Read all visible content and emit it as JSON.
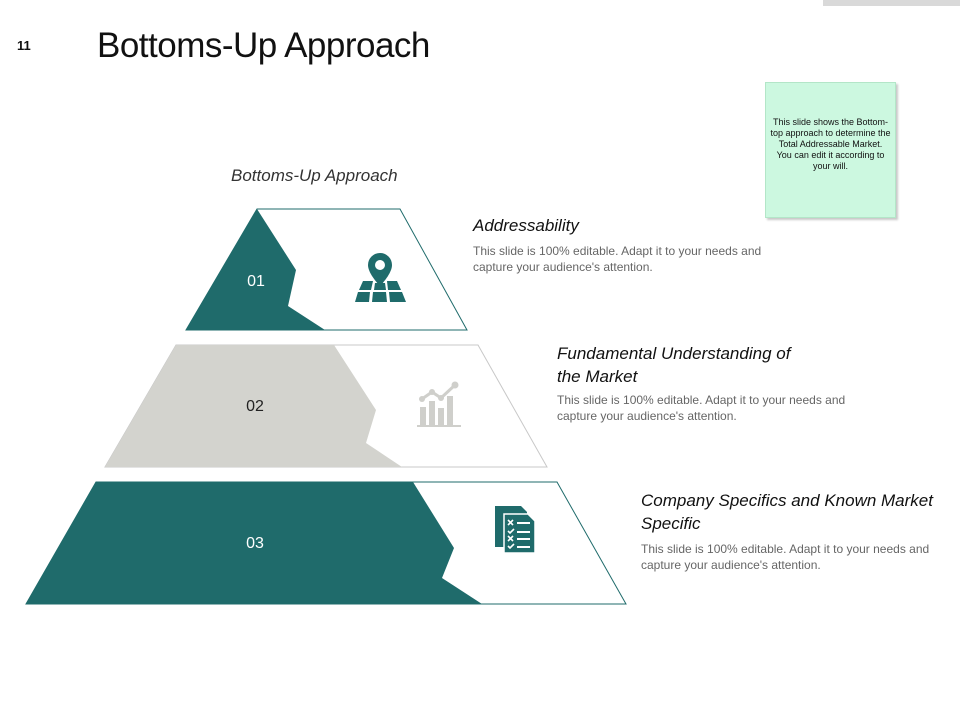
{
  "slide": {
    "number": "11",
    "title": "Bottoms-Up Approach"
  },
  "note": {
    "text": "This slide shows the Bottom-top approach to determine the Total Addressable Market. You can edit it according to your will."
  },
  "pyramid": {
    "title": "Bottoms-Up Approach",
    "levels": [
      {
        "number": "01",
        "icon": "map-pin-icon",
        "color": "#1f6b6b",
        "title": "Addressability",
        "description": "This slide is 100% editable. Adapt it to your needs and capture your audience's attention."
      },
      {
        "number": "02",
        "icon": "growth-chart-icon",
        "color": "#d3d3ce",
        "title": "Fundamental Understanding of the Market",
        "description": "This slide is 100% editable. Adapt it to your needs and capture your audience's attention."
      },
      {
        "number": "03",
        "icon": "checklist-document-icon",
        "color": "#1f6b6b",
        "title": "Company Specifics and Known Market Specific",
        "description": "This slide is 100% editable. Adapt it to your needs and capture your audience's attention."
      }
    ]
  }
}
